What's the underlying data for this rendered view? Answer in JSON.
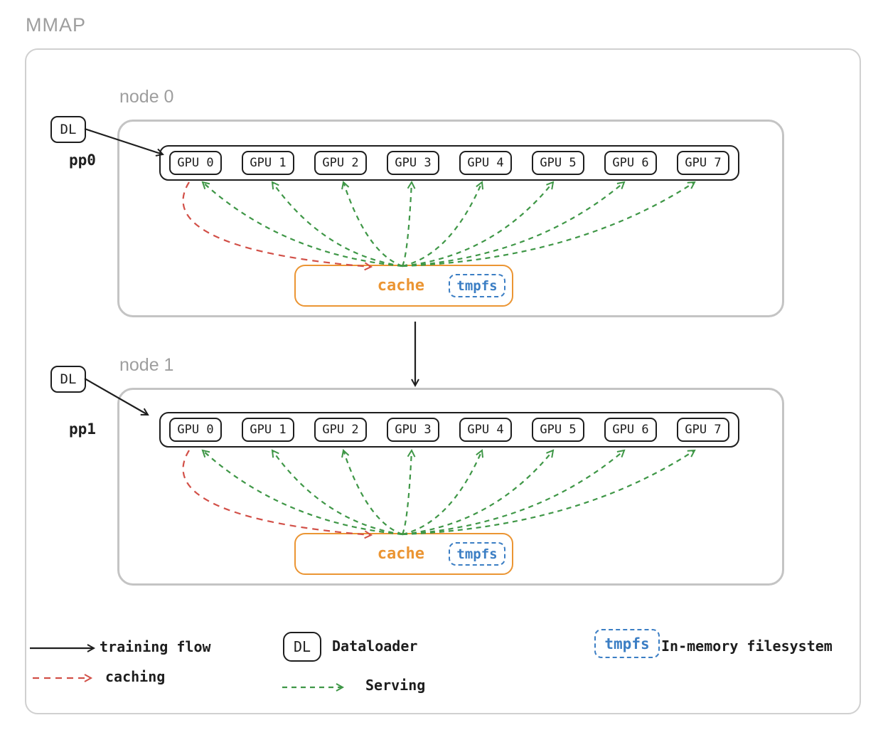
{
  "title": "MMAP",
  "nodes": [
    {
      "label": "node 0",
      "dl_label": "DL",
      "pp_label": "pp0",
      "gpus": [
        "GPU 0",
        "GPU 1",
        "GPU 2",
        "GPU 3",
        "GPU 4",
        "GPU 5",
        "GPU 6",
        "GPU 7"
      ],
      "cache_label": "cache",
      "tmpfs_label": "tmpfs"
    },
    {
      "label": "node 1",
      "dl_label": "DL",
      "pp_label": "pp1",
      "gpus": [
        "GPU 0",
        "GPU 1",
        "GPU 2",
        "GPU 3",
        "GPU 4",
        "GPU 5",
        "GPU 6",
        "GPU 7"
      ],
      "cache_label": "cache",
      "tmpfs_label": "tmpfs"
    }
  ],
  "legend": {
    "training_flow_label": "training flow",
    "caching_label": "caching",
    "dataloader_box_label": "DL",
    "dataloader_label": "Dataloader",
    "serving_label": "Serving",
    "tmpfs_box_label": "tmpfs",
    "in_memory_label": "In-memory filesystem"
  },
  "colors": {
    "ink": "#1e1e1e",
    "training_flow": "#1e1e1e",
    "caching": "#d25048",
    "serving": "#3f9747",
    "cache_border": "#eb9533",
    "cache_text": "#eb9533",
    "tmpfs": "#3b7ec4",
    "node_border": "#c4c4c4",
    "label_gray": "#9e9e9e"
  }
}
